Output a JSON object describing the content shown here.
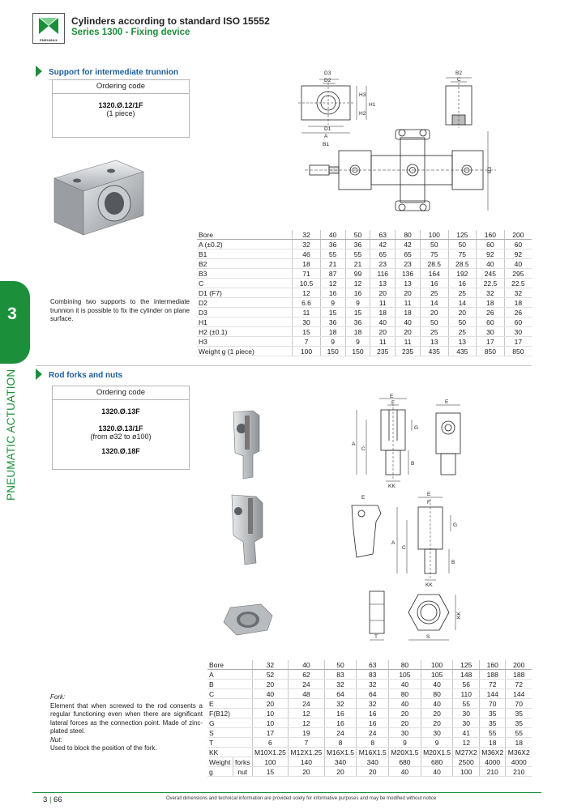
{
  "header": {
    "brand": "PNEUMAX",
    "title": "Cylinders according to standard ISO 15552",
    "subtitle": "Series 1300 - Fixing device"
  },
  "side_tab": {
    "number": "3",
    "label": "PNEUMATIC ACTUATION"
  },
  "colors": {
    "accent_green": "#1b8f3a",
    "heading_blue": "#1d5d99",
    "metal_grey": "#b9bcbf"
  },
  "trunnion": {
    "title": "Support for intermediate trunnion",
    "ordering_header": "Ordering code",
    "code": "1320.Ø.12/1F",
    "note": "(1 piece)",
    "description": "Combining two supports to the intermediate trunnion it is possible to fix the cylinder on plane surface.",
    "drawing_labels": {
      "d3": "D3",
      "d2": "D2",
      "h3": "H3",
      "h2": "H2",
      "h1": "H1",
      "d1": "D1",
      "a": "A",
      "b1": "B1",
      "b2": "B2",
      "c": "C",
      "b3": "B3"
    },
    "table": {
      "header": [
        "Bore",
        "32",
        "40",
        "50",
        "63",
        "80",
        "100",
        "125",
        "160",
        "200"
      ],
      "rows": [
        [
          "A (±0.2)",
          "32",
          "36",
          "36",
          "42",
          "42",
          "50",
          "50",
          "60",
          "60"
        ],
        [
          "B1",
          "46",
          "55",
          "55",
          "65",
          "65",
          "75",
          "75",
          "92",
          "92"
        ],
        [
          "B2",
          "18",
          "21",
          "21",
          "23",
          "23",
          "28.5",
          "28.5",
          "40",
          "40"
        ],
        [
          "B3",
          "71",
          "87",
          "99",
          "116",
          "136",
          "164",
          "192",
          "245",
          "295"
        ],
        [
          "C",
          "10.5",
          "12",
          "12",
          "13",
          "13",
          "16",
          "16",
          "22.5",
          "22.5"
        ],
        [
          "D1 (F7)",
          "12",
          "16",
          "16",
          "20",
          "20",
          "25",
          "25",
          "32",
          "32"
        ],
        [
          "D2",
          "6.6",
          "9",
          "9",
          "11",
          "11",
          "14",
          "14",
          "18",
          "18"
        ],
        [
          "D3",
          "11",
          "15",
          "15",
          "18",
          "18",
          "20",
          "20",
          "26",
          "26"
        ],
        [
          "H1",
          "30",
          "36",
          "36",
          "40",
          "40",
          "50",
          "50",
          "60",
          "60"
        ],
        [
          "H2 (±0.1)",
          "15",
          "18",
          "18",
          "20",
          "20",
          "25",
          "25",
          "30",
          "30"
        ],
        [
          "H3",
          "7",
          "9",
          "9",
          "11",
          "11",
          "13",
          "13",
          "17",
          "17"
        ],
        [
          "Weight g (1 piece)",
          "100",
          "150",
          "150",
          "235",
          "235",
          "435",
          "435",
          "850",
          "850"
        ]
      ]
    }
  },
  "forks": {
    "title": "Rod forks and nuts",
    "ordering_header": "Ordering code",
    "code1": "1320.Ø.13F",
    "code2": "1320.Ø.13/1F",
    "code2_note": "(from ø32 to ø100)",
    "code3": "1320.Ø.18F",
    "drawing_labels": {
      "e": "E",
      "f": "F",
      "g": "G",
      "a": "A",
      "c": "C",
      "b": "B",
      "kk": "KK",
      "t": "T",
      "s": "S"
    },
    "description": {
      "fork_label": "Fork:",
      "fork_text": "Element that when screwed to the rod consents a regular functioning even when there are significant lateral forces as the connection point. Made of zinc-plated steel.",
      "nut_label": "Nut:",
      "nut_text": "Used to block the position of the fork."
    },
    "table": {
      "header": [
        "Bore",
        "32",
        "40",
        "50",
        "63",
        "80",
        "100",
        "125",
        "160",
        "200"
      ],
      "rows": [
        [
          "A",
          "52",
          "62",
          "83",
          "83",
          "105",
          "105",
          "148",
          "188",
          "188"
        ],
        [
          "B",
          "20",
          "24",
          "32",
          "32",
          "40",
          "40",
          "56",
          "72",
          "72"
        ],
        [
          "C",
          "40",
          "48",
          "64",
          "64",
          "80",
          "80",
          "110",
          "144",
          "144"
        ],
        [
          "E",
          "20",
          "24",
          "32",
          "32",
          "40",
          "40",
          "55",
          "70",
          "70"
        ],
        [
          "F(B12)",
          "10",
          "12",
          "16",
          "16",
          "20",
          "20",
          "30",
          "35",
          "35"
        ],
        [
          "G",
          "10",
          "12",
          "16",
          "16",
          "20",
          "20",
          "30",
          "35",
          "35"
        ],
        [
          "S",
          "17",
          "19",
          "24",
          "24",
          "30",
          "30",
          "41",
          "55",
          "55"
        ],
        [
          "T",
          "6",
          "7",
          "8",
          "8",
          "9",
          "9",
          "12",
          "18",
          "18"
        ],
        [
          "KK",
          "M10X1.25",
          "M12X1.25",
          "M16X1.5",
          "M16X1.5",
          "M20X1.5",
          "M20X1.5",
          "M27X2",
          "M36X2",
          "M36X2"
        ]
      ],
      "weight_rows": [
        [
          "Weight",
          "forks",
          "100",
          "140",
          "340",
          "340",
          "680",
          "680",
          "2500",
          "4000",
          "4000"
        ],
        [
          "g",
          "nut",
          "15",
          "20",
          "20",
          "20",
          "40",
          "40",
          "100",
          "210",
          "210"
        ]
      ]
    }
  },
  "footer": {
    "page": "3",
    "page_sep": "|",
    "page_number": "66",
    "note": "Overall dimensions and technical information are provided solely for informative purposes and may be modified without notice"
  }
}
